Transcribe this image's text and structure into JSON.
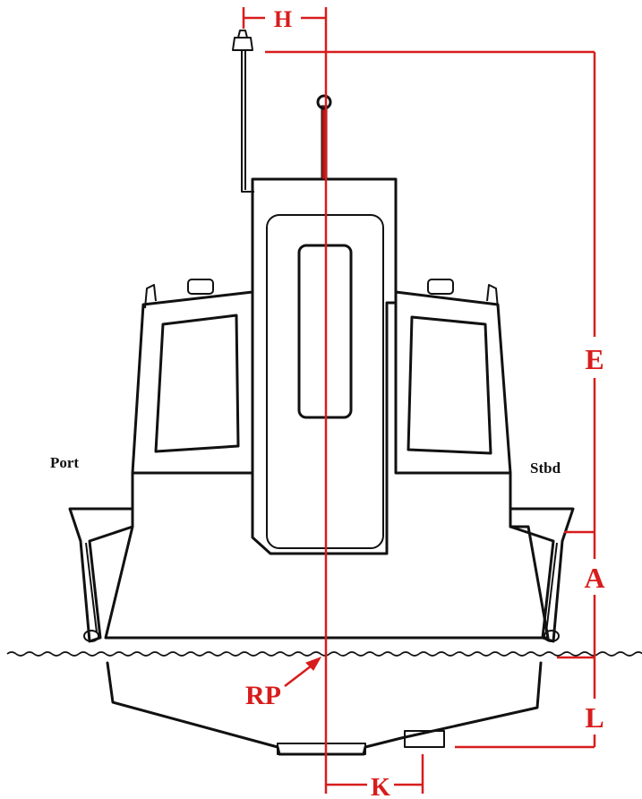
{
  "labels": {
    "port": "Port",
    "stbd": "Stbd",
    "H": "H",
    "E": "E",
    "A": "A",
    "L": "L",
    "K": "K",
    "RP": "RP"
  },
  "colors": {
    "dimension": "#d81c1c",
    "outline": "#111111",
    "background": "#ffffff"
  }
}
